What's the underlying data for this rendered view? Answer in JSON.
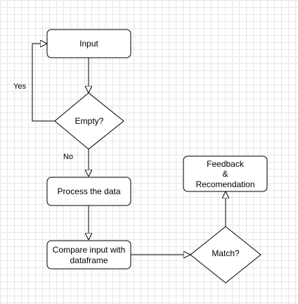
{
  "nodes": {
    "input": {
      "label": "Input"
    },
    "empty": {
      "label": "Empty?"
    },
    "process": {
      "label": "Process the data"
    },
    "compare": {
      "line1": "Compare input with",
      "line2": "dataframe"
    },
    "match": {
      "label": "Match?"
    },
    "feedback": {
      "line1": "Feedback",
      "line2": "&",
      "line3": "Recomendation"
    }
  },
  "edges": {
    "yes_label": "Yes",
    "no_label": "No"
  }
}
